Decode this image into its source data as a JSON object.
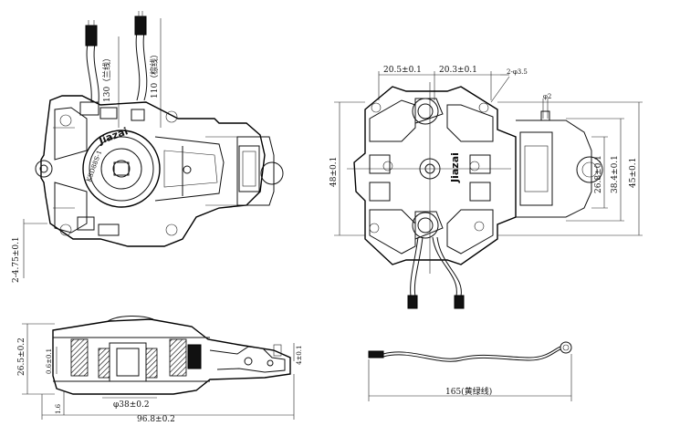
{
  "top_left_view": {
    "wire_lengths": {
      "blue": "130（兰线）",
      "brown": "110（棕线）"
    },
    "body_marking": "KSD88S-1",
    "logo_text": "Jiazai",
    "thickness": "2-4.75±0.1"
  },
  "top_right_view": {
    "spacing_left": "20.5±0.1",
    "spacing_right": "20.3±0.1",
    "holes": "2-φ3.5",
    "pin": "φ2",
    "height_outer": "48±0.1",
    "height_a": "26.8±0.1",
    "height_b": "38.4±0.1",
    "height_c": "45±0.1",
    "logo_text": "Jiazai"
  },
  "side_view": {
    "height": "26.5±0.2",
    "offset": "0.6±0.1",
    "base": "1.6",
    "diameter": "φ38±0.2",
    "total_width": "96.8±0.2",
    "pin_height": "4±0.1"
  },
  "wire_view": {
    "length": "165(黄绿线)"
  }
}
